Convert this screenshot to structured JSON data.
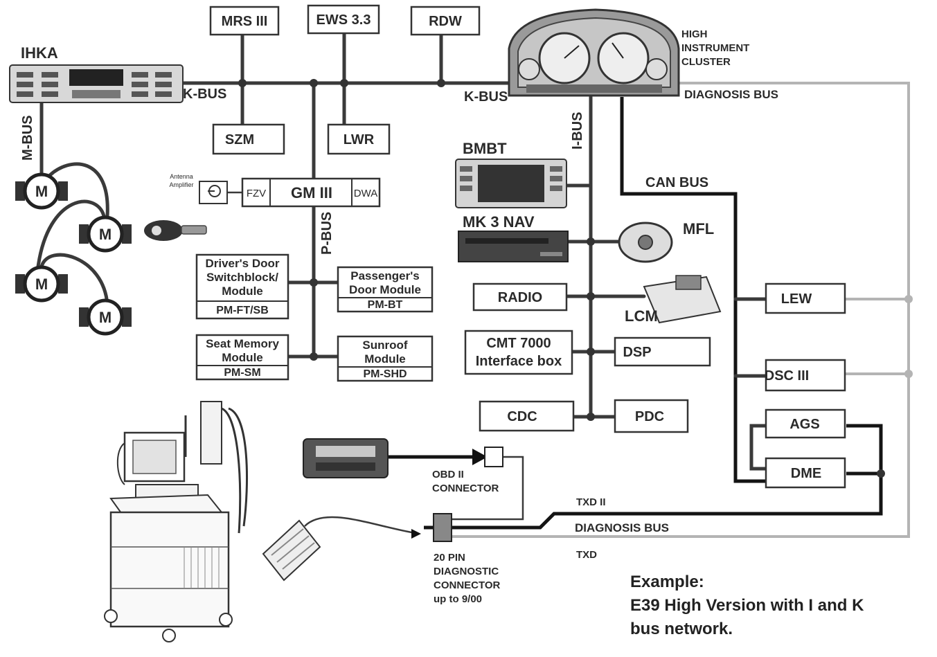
{
  "modules": {
    "ihka": "IHKA",
    "mrs": "MRS III",
    "ews": "EWS 3.3",
    "rdw": "RDW",
    "szm": "SZM",
    "lwr": "LWR",
    "gm": "GM III",
    "fzv": "FZV",
    "dwa": "DWA",
    "antenna_line1": "Antenna",
    "antenna_line2": "Amplifier",
    "drivers_door": [
      "Driver's Door",
      "Switchblock/",
      "Module"
    ],
    "drivers_door_code": "PM-FT/SB",
    "passenger_door": [
      "Passenger's",
      "Door Module"
    ],
    "passenger_door_code": "PM-BT",
    "seat_memory": [
      "Seat Memory",
      "Module"
    ],
    "seat_memory_code": "PM-SM",
    "sunroof": [
      "Sunroof",
      "Module"
    ],
    "sunroof_code": "PM-SHD",
    "bmbt": "BMBT",
    "mk3nav": "MK 3 NAV",
    "mfl": "MFL",
    "radio": "RADIO",
    "lcm": "LCM",
    "cmt": [
      "CMT 7000",
      "Interface box"
    ],
    "dsp": "DSP",
    "cdc": "CDC",
    "pdc": "PDC",
    "lew": "LEW",
    "dsc": "DSC III",
    "ags": "AGS",
    "dme": "DME",
    "motor": "M",
    "cluster": [
      "HIGH",
      "INSTRUMENT",
      "CLUSTER"
    ]
  },
  "buses": {
    "kbus_left": "K-BUS",
    "kbus_right": "K-BUS",
    "mbus": "M-BUS",
    "pbus": "P-BUS",
    "ibus": "I-BUS",
    "canbus": "CAN BUS",
    "diag_top": "DIAGNOSIS BUS",
    "diag_bottom": "DIAGNOSIS BUS",
    "txd2": "TXD II",
    "txd": "TXD"
  },
  "connectors": {
    "obd": [
      "OBD II",
      "CONNECTOR"
    ],
    "pin20": [
      "20 PIN",
      "DIAGNOSTIC",
      "CONNECTOR",
      "up to 9/00"
    ]
  },
  "caption": {
    "line1": "Example:",
    "line2": "E39 High Version with I and K",
    "line3": "bus network."
  },
  "colors": {
    "wire": "#3a3a3a",
    "diagnosis_bus": "#b4b4b4",
    "can_bus": "#141414"
  }
}
